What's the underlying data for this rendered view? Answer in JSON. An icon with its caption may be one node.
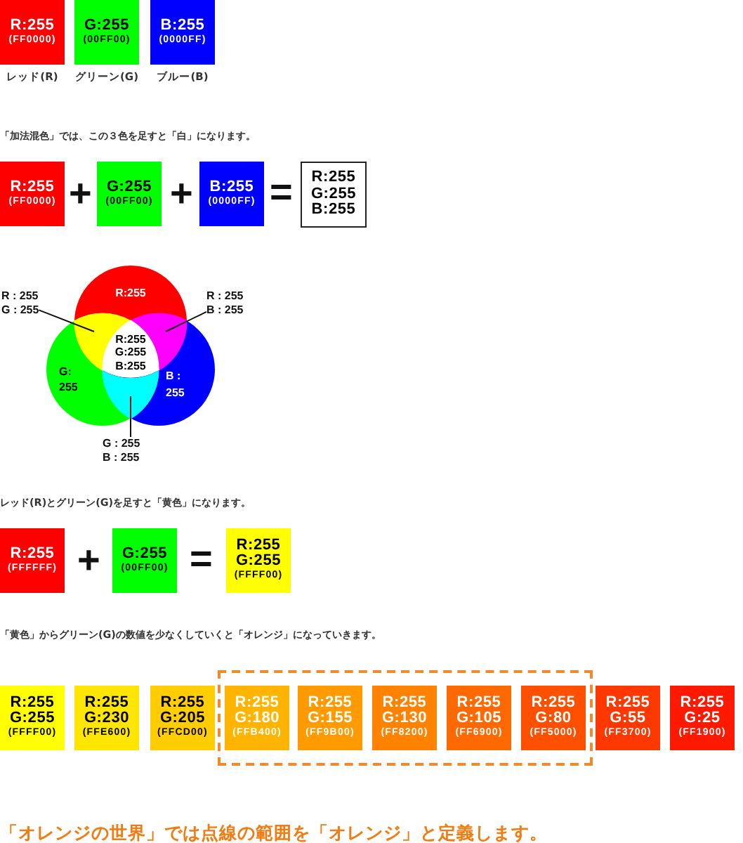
{
  "diagram": {
    "caption": "「オレンジの世界」では点線の範囲を「オレンジ」と定義します。",
    "nodes": [
      {
        "text": [
          "R:255",
          "(FF0000)"
        ],
        "beside": [
          "レッド(R)"
        ]
      },
      {
        "text": [
          "G:255",
          "(00FF00)"
        ],
        "beside": [
          "グリーン(G)"
        ]
      },
      {
        "text": [
          "B:255",
          "(0000FF)"
        ],
        "beside": [
          "ブルー(B)"
        ]
      },
      {
        "text": [
          "R:255",
          "(FF0000)"
        ]
      },
      {
        "text": [
          "G:255",
          "(00FF00)"
        ]
      },
      {
        "text": [
          "B:255",
          "(0000FF)"
        ]
      },
      {
        "text": [
          "R:255",
          "G:255",
          "B:255"
        ]
      },
      {
        "text": [
          "R:255"
        ]
      },
      {
        "text": [
          "R : 255",
          "G : 255"
        ]
      },
      {
        "text": [
          "R : 255",
          "B : 255"
        ]
      },
      {
        "text": [],
        "shape": "lens"
      },
      {
        "text": [],
        "shape": "lens"
      },
      {
        "text": [
          "R:255",
          "G:255",
          "B:255"
        ]
      },
      {
        "text": [
          "G: 255"
        ]
      },
      {
        "text": [
          "B : 255"
        ]
      },
      {
        "text": [],
        "shape": "lens"
      },
      {
        "text": [
          "G : 255",
          "B : 255"
        ]
      },
      {
        "text": [
          "R:255",
          "(FFFFFF)"
        ]
      },
      {
        "text": [
          "G:255",
          "(00FF00)"
        ]
      },
      {
        "text": [
          "R:255",
          "G:255",
          "(FFFF00)"
        ]
      },
      {
        "text": [
          "R:255",
          "G:255",
          "(FFFF00)"
        ]
      },
      {
        "text": [
          "R:255",
          "G:230",
          "(FFE600)"
        ]
      },
      {
        "text": [
          "R:255",
          "G:205",
          "(FFCD00)"
        ]
      },
      {
        "text": [],
        "shape": "box"
      },
      {
        "text": [
          "R:255",
          "G:180",
          "(FFB400)"
        ],
        "in": 23
      },
      {
        "text": [
          "R:255",
          "G:155",
          "(FF9B00)"
        ],
        "in": 23
      },
      {
        "text": [
          "R:255",
          "G:130",
          "(FF8200)"
        ],
        "in": 23
      },
      {
        "text": [
          "R:255",
          "G:105",
          "(FF6900)"
        ],
        "in": 23
      },
      {
        "text": [
          "R:255",
          "G:80",
          "(FF5000)"
        ],
        "in": 23
      },
      {
        "text": [
          "R:255",
          "G:55",
          "(FF3700)"
        ]
      },
      {
        "text": [
          "R:255",
          "G:25",
          "(FF1900)"
        ]
      }
    ],
    "edges": [
      {
        "from": 8,
        "to": 10,
        "arrow": "none"
      },
      {
        "from": 9,
        "to": 11,
        "arrow": "none"
      },
      {
        "from": 16,
        "to": 15,
        "arrow": "none"
      }
    ],
    "labels": [
      "「加法混色」では、この３色を足すと「白」になります。",
      "+",
      "+",
      "=",
      "レッド(R)とグリーン(G)を足すと「黄色」になります。",
      "+",
      "=",
      "「黄色」からグリーン(G)の数値を少なくしていくと「オレンジ」になっていきます。"
    ]
  }
}
